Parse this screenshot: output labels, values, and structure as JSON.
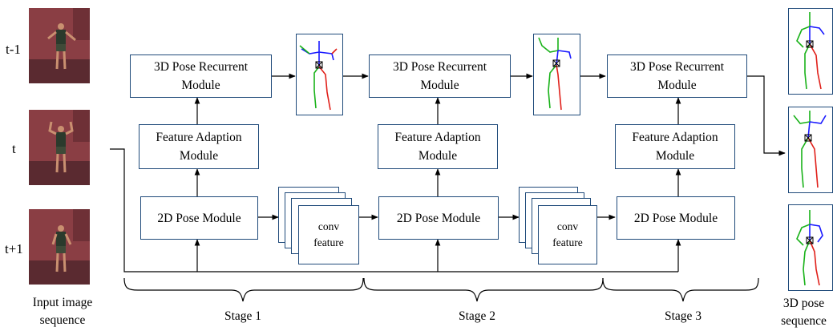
{
  "frames": [
    {
      "label": "t-1"
    },
    {
      "label": "t"
    },
    {
      "label": "t+1"
    }
  ],
  "input_caption": [
    "Input image",
    "sequence"
  ],
  "output_caption": [
    "3D pose",
    "sequence"
  ],
  "stages": [
    {
      "label": "Stage 1",
      "recurrent": [
        "3D Pose Recurrent",
        "Module"
      ],
      "adaption": [
        "Feature Adaption",
        "Module"
      ],
      "pose2d": "2D Pose Module",
      "conv": [
        "conv",
        "feature"
      ]
    },
    {
      "label": "Stage 2",
      "recurrent": [
        "3D Pose Recurrent",
        "Module"
      ],
      "adaption": [
        "Feature Adaption",
        "Module"
      ],
      "pose2d": "2D Pose Module",
      "conv": [
        "conv",
        "feature"
      ]
    },
    {
      "label": "Stage 3",
      "recurrent": [
        "3D Pose Recurrent",
        "Module"
      ],
      "adaption": [
        "Feature Adaption",
        "Module"
      ],
      "pose2d": "2D Pose Module"
    }
  ],
  "colors": {
    "box_border": "#1f4a7a",
    "skeleton_blue": "#1a1aff",
    "skeleton_red": "#e0201a",
    "skeleton_green": "#19b219",
    "photo_wall": "#8a3e44",
    "photo_floor": "#5a2a30"
  }
}
